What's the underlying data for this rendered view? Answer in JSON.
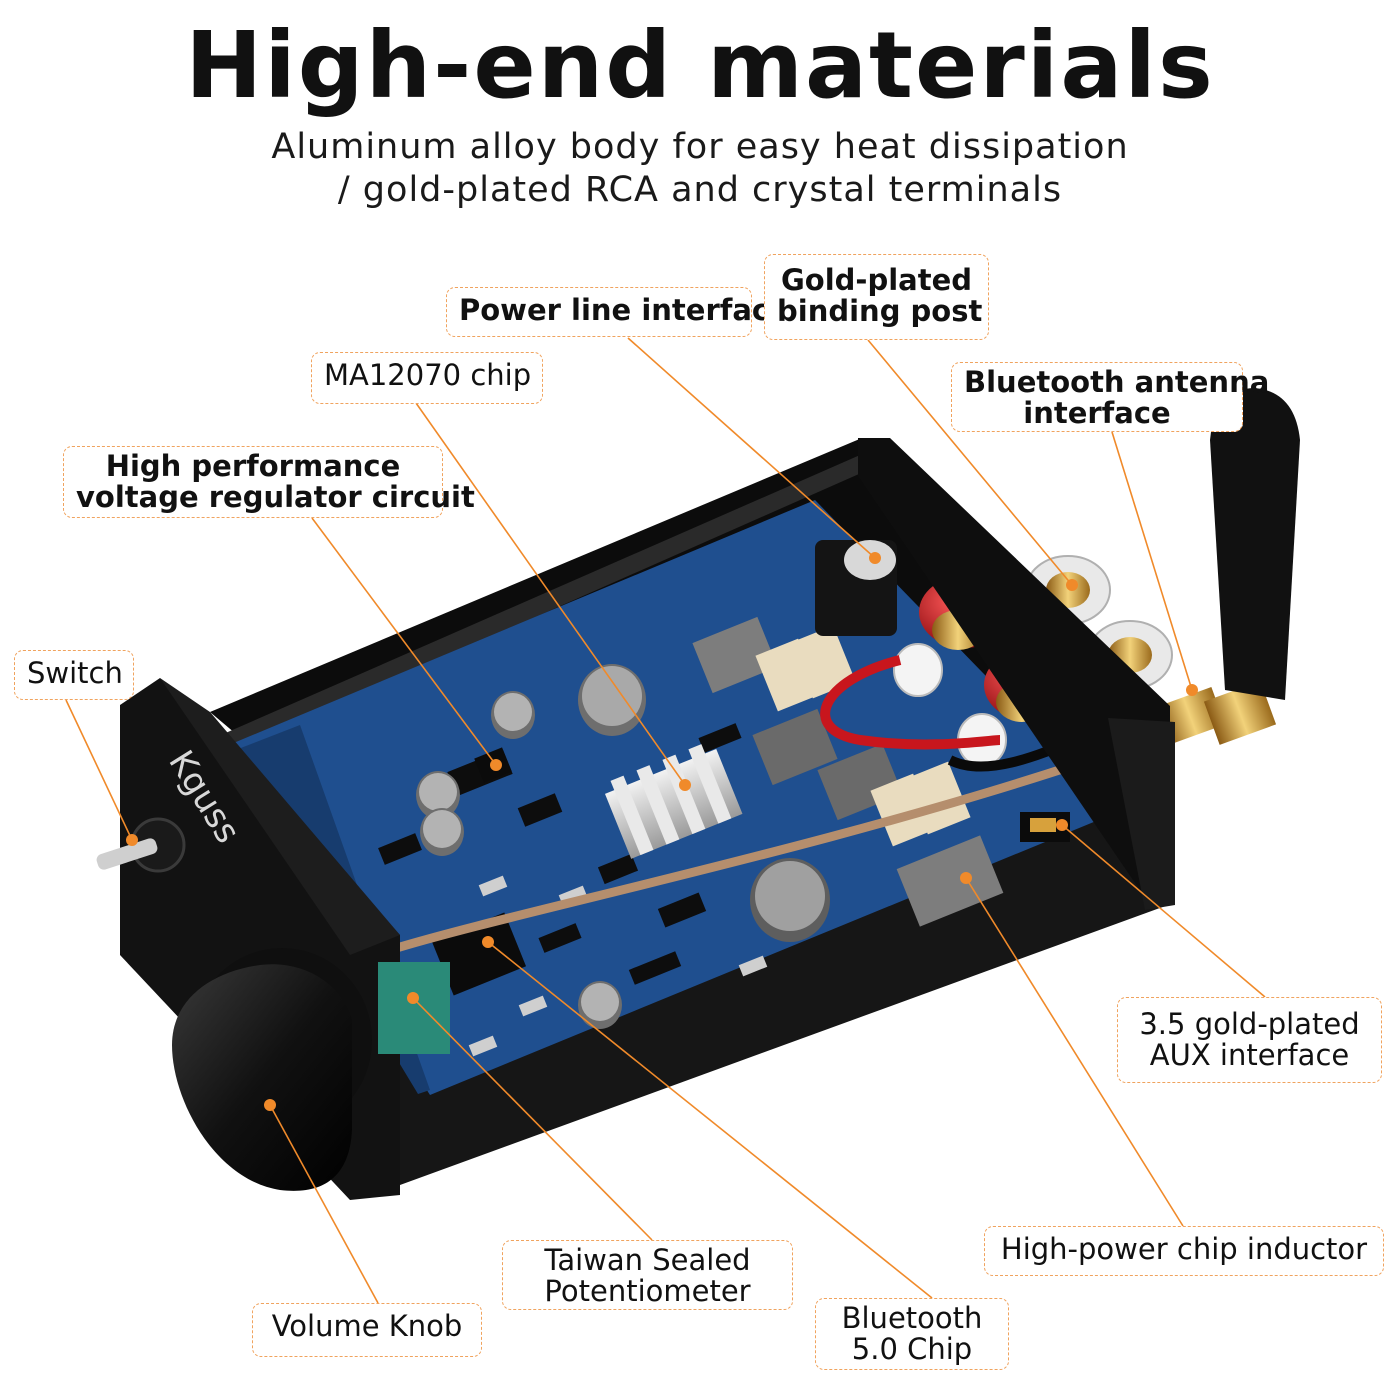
{
  "header": {
    "title": "High-end materials",
    "subtitle_lines": [
      "Aluminum alloy body for easy heat dissipation",
      "/ gold-plated RCA and crystal terminals"
    ]
  },
  "product": {
    "brand_text": "Kguss"
  },
  "callouts": {
    "power_line": {
      "lines": [
        "Power line interface"
      ]
    },
    "binding_post": {
      "lines": [
        "Gold-plated",
        "binding post"
      ]
    },
    "chip": {
      "lines": [
        "MA12070 chip"
      ]
    },
    "antenna": {
      "lines": [
        "Bluetooth antenna",
        "interface"
      ]
    },
    "regulator": {
      "lines": [
        "High performance",
        "voltage regulator circuit"
      ]
    },
    "switch": {
      "lines": [
        "Switch"
      ]
    },
    "aux": {
      "lines": [
        "3.5 gold-plated",
        "AUX interface"
      ]
    },
    "inductor": {
      "lines": [
        "High-power chip inductor"
      ]
    },
    "potentiometer": {
      "lines": [
        "Taiwan Sealed",
        "Potentiometer"
      ]
    },
    "bt_chip": {
      "lines": [
        "Bluetooth",
        "5.0 Chip"
      ]
    },
    "volume": {
      "lines": [
        "Volume Knob"
      ]
    }
  },
  "colors": {
    "accent_orange": "#f08a2a",
    "pcb_blue": "#1f4f8f",
    "chassis_black": "#141414",
    "terminal_red": "#c8161d",
    "gold": "#d9a441"
  }
}
